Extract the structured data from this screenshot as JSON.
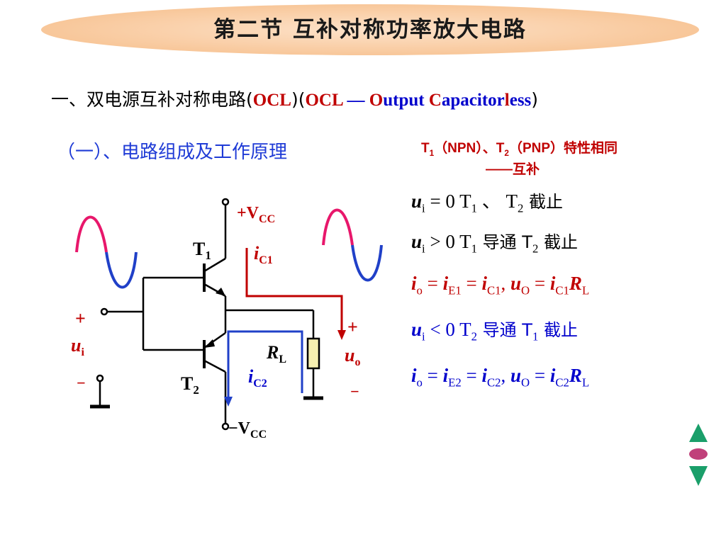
{
  "title": {
    "text": "第二节    互补对称功率放大电路"
  },
  "section1": {
    "heading": "一、双电源互补对称电路(",
    "ocl_short": "OCL",
    "mid": ")(",
    "ocl_abbr": "OCL",
    "dash": " — ",
    "w1_first": "O",
    "w1_rest": "utput ",
    "w2_first": "C",
    "w2_rest": "apacitor",
    "w3_first": "l",
    "w3_rest": "ess",
    "close": ")"
  },
  "subsection": {
    "heading": "（一）、电路组成及工作原理"
  },
  "note": {
    "line1_t1": "T",
    "line1_sub1": "1",
    "line1_npn": "（NPN）、T",
    "line1_sub2": "2",
    "line1_pnp": "（PNP）特性相同",
    "line2": "——互补"
  },
  "equations": {
    "eq1": {
      "u": "u",
      "sub": "i",
      "rel": " = 0    T",
      "t1": "1",
      "mid": " 、 T",
      "t2": "2",
      "state": " 截止"
    },
    "eq2": {
      "u": "u",
      "sub": "i",
      "rel": " > 0    T",
      "t1": "1",
      "s1": " 导通    T",
      "t2": "2",
      "s2": " 截止"
    },
    "eq3": {
      "text_io": "i",
      "o": "o",
      "e1": "E1",
      "c1": "C1",
      "uo": "O",
      "c1b": "C1",
      "rl": "L"
    },
    "eq4": {
      "u": "u",
      "sub": "i",
      "rel": " < 0    T",
      "t2": "2",
      "s1": " 导通    T",
      "t1": "1",
      "s2": " 截止"
    },
    "eq5": {
      "e2": "E2",
      "c2": "C2",
      "c2b": "C2"
    }
  },
  "circuit": {
    "vcc_pos": "+V",
    "vcc_sub": "CC",
    "vcc_neg": "−V",
    "vcc_neg_sub": "CC",
    "t1": "T",
    "t1_sub": "1",
    "t2": "T",
    "t2_sub": "2",
    "ic1": "i",
    "ic1_sub": "C1",
    "ic2": "i",
    "ic2_sub": "C2",
    "rl": "R",
    "rl_sub": "L",
    "ui": "u",
    "ui_sub": "i",
    "uo": "u",
    "uo_sub": "o",
    "plus": "+",
    "minus": "−"
  },
  "colors": {
    "red": "#c00000",
    "blue": "#0000cc",
    "magenta": "#e8176b",
    "wave_blue": "#2040c8",
    "title_bg": "#f8c79a"
  },
  "nav": {
    "up": "up-arrow-icon",
    "dot": "dot-icon",
    "down": "down-arrow-icon"
  }
}
